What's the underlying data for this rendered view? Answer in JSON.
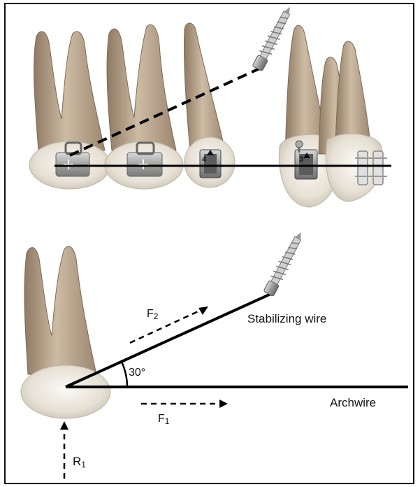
{
  "labels": {
    "f2": "F",
    "f2_sub": "2",
    "f1": "F",
    "f1_sub": "1",
    "r1": "R",
    "r1_sub": "1",
    "angle": "30°",
    "stabilizing_wire": "Stabilizing wire",
    "archwire": "Archwire"
  },
  "bracket_numbers": {
    "b4": "4",
    "b3": "3"
  },
  "colors": {
    "tooth_crown": "#ece7dc",
    "tooth_root": "#b9a58e",
    "wire": "#000000",
    "bracket": "#9a9a9a"
  }
}
